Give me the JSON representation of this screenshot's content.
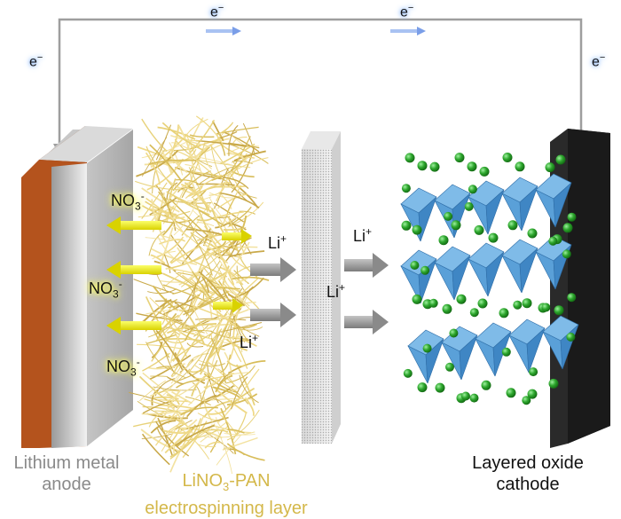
{
  "electron_label": "e",
  "electron_sup": "−",
  "nitrate": {
    "base": "NO",
    "sub": "3",
    "sup": "-"
  },
  "lithium": {
    "base": "Li",
    "sup": "+"
  },
  "captions": {
    "anode_line1": "Lithium metal",
    "anode_line2": "anode",
    "pan_line1_base": "LiNO",
    "pan_line1_sub": "3",
    "pan_line1_rest": "-PAN",
    "pan_line2": "electrospinning layer",
    "cathode_line1": "Layered oxide",
    "cathode_line2": "cathode"
  },
  "colors": {
    "copper": "#b4531d",
    "fiber": "#e8d27a",
    "yellow_arrow": "#e7e400",
    "gray_arrow": "#9a9a9a",
    "octahedron": "#5aa0d8",
    "lithium_atom": "#2da62d",
    "cathode_plate": "#2a2a2a",
    "wire": "#9e9e9e",
    "electron_arrow": "#7a9ee8"
  }
}
